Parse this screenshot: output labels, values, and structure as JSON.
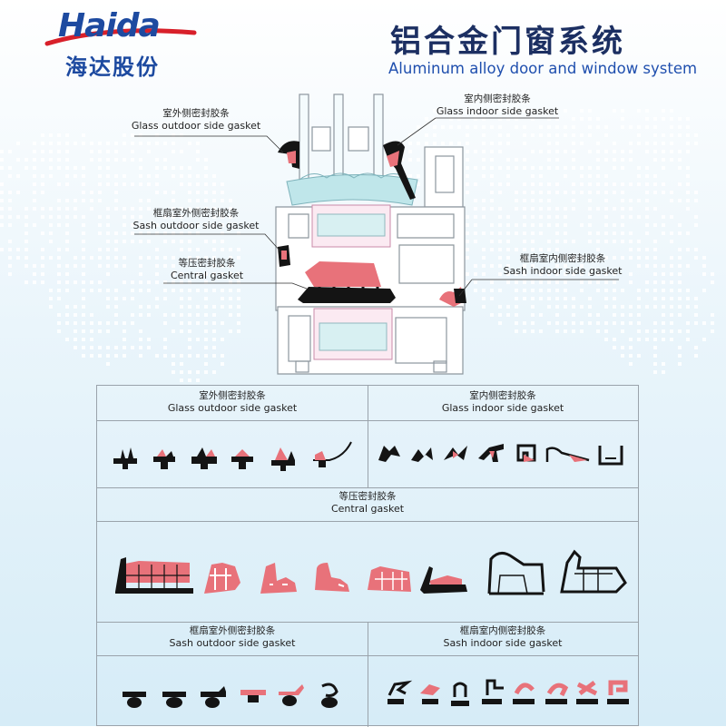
{
  "brand": {
    "logo_latin": "Haida",
    "logo_cn": "海达股份",
    "colors": {
      "primary": "#1d4aa0",
      "swoosh": "#d8202a"
    }
  },
  "header": {
    "title_cn": "铝合金门窗系统",
    "title_en": "Aluminum alloy door and window system"
  },
  "callouts": {
    "glass_outdoor": {
      "cn": "室外侧密封胶条",
      "en": "Glass outdoor side gasket"
    },
    "glass_indoor": {
      "cn": "室内侧密封胶条",
      "en": "Glass indoor side gasket"
    },
    "sash_outdoor": {
      "cn": "框扇室外侧密封胶条",
      "en": "Sash outdoor side gasket"
    },
    "central": {
      "cn": "等压密封胶条",
      "en": "Central gasket"
    },
    "sash_indoor": {
      "cn": "框扇室内侧密封胶条",
      "en": "Sash indoor side gasket"
    }
  },
  "table": {
    "glass_outdoor": {
      "cn": "室外侧密封胶条",
      "en": "Glass outdoor side gasket"
    },
    "glass_indoor": {
      "cn": "室内侧密封胶条",
      "en": "Glass indoor side gasket"
    },
    "central": {
      "cn": "等压密封胶条",
      "en": "Central gasket"
    },
    "sash_outdoor": {
      "cn": "框扇室外侧密封胶条",
      "en": "Sash outdoor side gasket"
    },
    "sash_indoor": {
      "cn": "框扇室内侧密封胶条",
      "en": "Sash indoor side gasket"
    }
  },
  "colors": {
    "rubber_black": "#141414",
    "rubber_pink": "#e8727a",
    "glass_cyan": "#bfe6ea",
    "line_gray": "#8d969e"
  }
}
